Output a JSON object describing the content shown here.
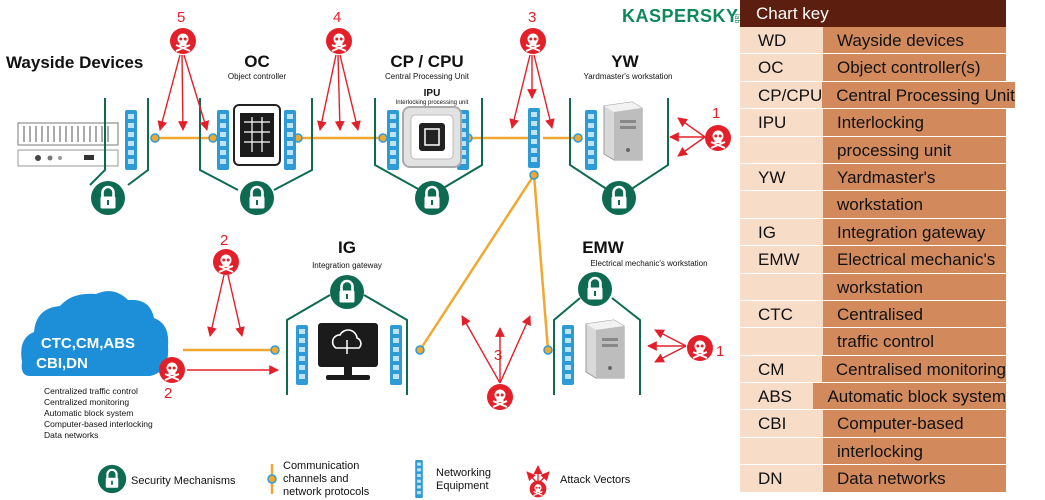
{
  "logo": {
    "text": "KASPERSKY",
    "suffix": "lab"
  },
  "nodes": {
    "wd": {
      "title": "Wayside Devices"
    },
    "oc": {
      "title": "OC",
      "subtitle": "Object controller"
    },
    "cpu": {
      "title": "CP / CPU",
      "subtitle": "Central Processing Unit",
      "ipu_title": "IPU",
      "ipu_subtitle": "Interlocking processing unit"
    },
    "yw": {
      "title": "YW",
      "subtitle": "Yardmaster's workstation"
    },
    "ig": {
      "title": "IG",
      "subtitle": "Integration gateway"
    },
    "emw": {
      "title": "EMW",
      "subtitle": "Electrical mechanic's workstation"
    },
    "cloud": {
      "line1": "CTC,CM,ABS",
      "line2": "CBI,DN",
      "list": [
        "Centralized traffic control",
        "Centralized monitoring",
        "Automatic block system",
        "Computer-based interlocking",
        "Data networks"
      ]
    }
  },
  "attacks": [
    {
      "id": "a5",
      "label": "5"
    },
    {
      "id": "a4",
      "label": "4"
    },
    {
      "id": "a3top",
      "label": "3"
    },
    {
      "id": "a1top",
      "label": "1"
    },
    {
      "id": "a2top",
      "label": "2"
    },
    {
      "id": "a2bottom",
      "label": "2"
    },
    {
      "id": "a3bottom",
      "label": "3"
    },
    {
      "id": "a1bottom",
      "label": "1"
    }
  ],
  "legend": {
    "security": "Security Mechanisms",
    "comm_line1": "Communication",
    "comm_line2": "channels and",
    "comm_line3": "network protocols",
    "net_line1": "Networking",
    "net_line2": "Equipment",
    "attack": "Attack Vectors"
  },
  "chart_key": {
    "title": "Chart key",
    "rows": [
      {
        "abbr": "WD",
        "desc": "Wayside devices"
      },
      {
        "abbr": "OC",
        "desc": "Object controller(s)"
      },
      {
        "abbr": "CP/CPU",
        "desc": "Central Processing Unit"
      },
      {
        "abbr": "IPU",
        "desc": "Interlocking"
      },
      {
        "abbr": "",
        "desc": "processing unit"
      },
      {
        "abbr": "YW",
        "desc": "Yardmaster's"
      },
      {
        "abbr": "",
        "desc": "workstation"
      },
      {
        "abbr": "IG",
        "desc": "Integration gateway"
      },
      {
        "abbr": "EMW",
        "desc": "Electrical mechanic's"
      },
      {
        "abbr": "",
        "desc": "workstation"
      },
      {
        "abbr": "CTC",
        "desc": "Centralised"
      },
      {
        "abbr": "",
        "desc": "traffic control"
      },
      {
        "abbr": "CM",
        "desc": "Centralised monitoring"
      },
      {
        "abbr": "ABS",
        "desc": "Automatic block system"
      },
      {
        "abbr": "CBI",
        "desc": "Computer-based"
      },
      {
        "abbr": "",
        "desc": "interlocking"
      },
      {
        "abbr": "DN",
        "desc": "Data networks"
      }
    ]
  },
  "colors": {
    "security_green": "#0e6b52",
    "attack_red": "#e3202a",
    "channel_orange": "#f0a830",
    "switch_blue": "#2e9bd6",
    "key_dark": "#5c1f0f",
    "key_light": "#f7dcc7",
    "key_mid": "#d28a5d"
  }
}
